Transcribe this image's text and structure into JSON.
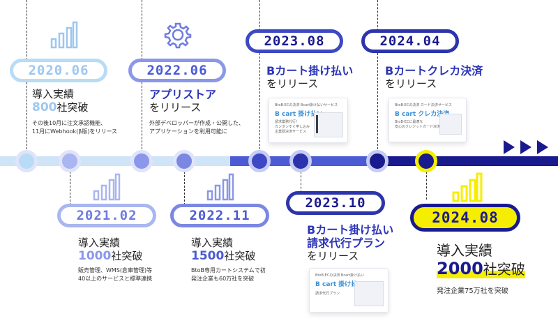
{
  "colors": {
    "track_light": "#cfe4f7",
    "track_dark": "#1a1a8f",
    "navy": "#1a1a8f",
    "blue_mid": "#4c5bd4",
    "periwinkle": "#8b97e8",
    "light_blue": "#9dc7ef",
    "highlight_yellow": "#f6ee00",
    "text_accent": "#2b35b8"
  },
  "milestones": [
    {
      "date": "2020.06",
      "icon": "bar-chart-icon",
      "title_prefix": "導入実績",
      "title_value": "800",
      "title_suffix": "社突破",
      "notes": [
        "その後10月に注文承認機能、",
        "11月にWebhook(β版)をリリース"
      ]
    },
    {
      "date": "2021.02",
      "icon": "bar-chart-icon",
      "title_prefix": "導入実績",
      "title_value": "1000",
      "title_suffix": "社突破",
      "notes": [
        "販売管理、WMS(倉庫管理)等",
        "40以上のサービスと標準連携"
      ]
    },
    {
      "date": "2022.06",
      "icon": "gear-icon",
      "title_line1": "アプリストア",
      "title_line2": "をリリース",
      "notes": [
        "外部デベロッパーが作成・公開した、",
        "アプリケーションを利用可能に"
      ]
    },
    {
      "date": "2022.11",
      "icon": "bar-chart-icon",
      "title_prefix": "導入実績",
      "title_value": "1500",
      "title_suffix": "社突破",
      "notes": [
        "BtoB専用カートシステムで初",
        "発注企業も60万社を突破"
      ]
    },
    {
      "date": "2023.08",
      "title_line1": "Bカート掛け払い",
      "title_line2": "をリリース",
      "screenshot": {
        "header": "BtoB-ECの決済 Bcart掛け払いサービス",
        "logo": "B cart 掛け払い",
        "caption1": "請求業務代行！",
        "caption2": "カンタンすぐ申し込み",
        "caption3": "企業間決済サービス"
      }
    },
    {
      "date": "2023.10",
      "title_line1": "Bカート掛け払い",
      "title_line2": "請求代行プラン",
      "title_line3": "をリリース",
      "screenshot": {
        "header": "BtoB-ECの決済 Bcart掛け払い",
        "logo": "B cart 掛け払い",
        "caption1": "請求代行プラン"
      }
    },
    {
      "date": "2024.04",
      "title_line1": "Bカートクレカ決済",
      "title_line2": "をリリース",
      "screenshot": {
        "header": "BtoB-ECの決済 カード決済サービス",
        "logo": "B cart クレカ決済",
        "caption1": "BtoB-ECに最適な",
        "caption2": "安心のクレジットカード決済"
      }
    },
    {
      "date": "2024.08",
      "icon": "bar-chart-icon",
      "title_prefix": "導入実績",
      "title_value": "2000",
      "title_suffix": "社突破",
      "notes": [
        "発注企業75万社を突破"
      ]
    }
  ]
}
